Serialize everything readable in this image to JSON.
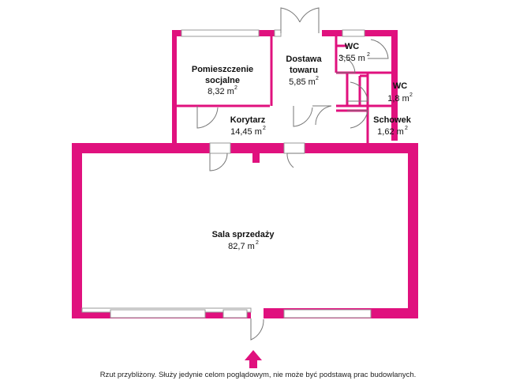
{
  "colors": {
    "wall": "#e0117e",
    "window_fill": "#ffffff",
    "window_line": "#9a9a9a",
    "door_line": "#777777",
    "text": "#111111"
  },
  "rooms": [
    {
      "id": "social",
      "name_lines": [
        "Pomieszczenie",
        "socjalne"
      ],
      "area": "8,32 m",
      "exp": "2"
    },
    {
      "id": "delivery",
      "name_lines": [
        "Dostawa",
        "towaru"
      ],
      "area": "5,85 m",
      "exp": "2"
    },
    {
      "id": "wc1",
      "name_lines": [
        "WC"
      ],
      "area": "3,55 m",
      "exp": "2"
    },
    {
      "id": "wc2",
      "name_lines": [
        "WC"
      ],
      "area": "1,8 m",
      "exp": "2"
    },
    {
      "id": "corridor",
      "name_lines": [
        "Korytarz"
      ],
      "area": "14,45 m",
      "exp": "2"
    },
    {
      "id": "storage",
      "name_lines": [
        "Schowek"
      ],
      "area": "1,62 m",
      "exp": "2"
    },
    {
      "id": "sales",
      "name_lines": [
        "Sala sprzedaży"
      ],
      "area": "82,7 m",
      "exp": "2"
    }
  ],
  "entrance_icon": "entrance-arrow-icon",
  "caption": "Rzut przybliżony. Służy jedynie celom poglądowym, nie może być podstawą prac budowlanych."
}
